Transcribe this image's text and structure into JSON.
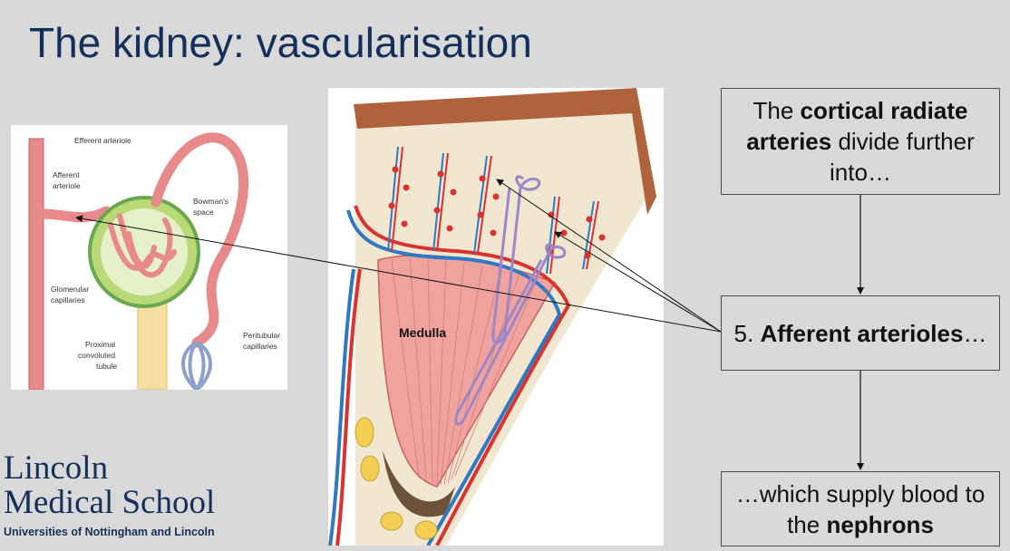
{
  "slide": {
    "title": "The kidney: vascularisation"
  },
  "nephron_diagram": {
    "labels": {
      "efferent": "Efferent arteriole",
      "afferent_1": "Afferent",
      "afferent_2": "arteriole",
      "bowman_1": "Bowman's",
      "bowman_2": "space",
      "glom_1": "Glomerular",
      "glom_2": "capillaries",
      "prox_1": "Proximal",
      "prox_2": "convoluted",
      "prox_3": "tubule",
      "peri_1": "Peritubular",
      "peri_2": "capillaries"
    }
  },
  "kidney_section": {
    "medulla_label": "Medulla"
  },
  "boxes": {
    "box1": {
      "t1": "The ",
      "b1": "cortical radiate arteries",
      "t2": " divide further into…"
    },
    "box2": {
      "t1": "5. ",
      "b1": "Afferent arterioles",
      "t2": "…"
    },
    "box3": {
      "t1": "…which supply blood to the ",
      "b1": "nephrons",
      "t2": ""
    }
  },
  "logo": {
    "line1": "Lincoln",
    "line2": "Medical School",
    "subtitle": "Universities of Nottingham and Lincoln"
  },
  "colors": {
    "title": "#14305a",
    "artery": "#e8898c",
    "vessel_red": "#d9322f",
    "vessel_blue": "#2f78c4",
    "background": "#d9d9d9"
  }
}
